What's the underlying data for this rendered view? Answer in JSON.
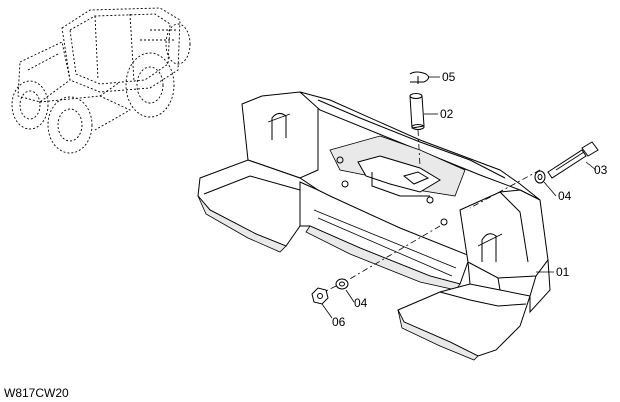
{
  "diagram": {
    "drawing_code": "W817CW20",
    "callouts": {
      "p01": "01",
      "p02": "02",
      "p03": "03",
      "p04a": "04",
      "p04b": "04",
      "p05": "05",
      "p06": "06"
    }
  }
}
